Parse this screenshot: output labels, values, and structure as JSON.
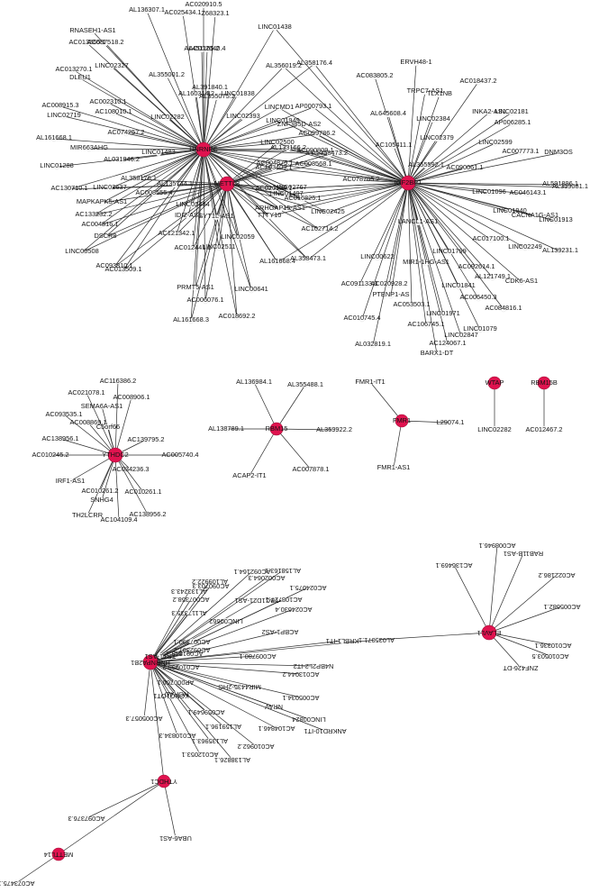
{
  "networks": [
    {
      "hubs": [
        "HNRNPC",
        "METTL3",
        "IGF2BP1"
      ],
      "nodes": [
        [
          "AL136307.1",
          0,
          [
            0
          ]
        ],
        [
          "AC025434.1",
          0,
          [
            0
          ]
        ],
        [
          "AC020910.5",
          0,
          [
            0
          ]
        ],
        [
          "Z68323.1",
          0,
          [
            0
          ]
        ],
        [
          "RNASEH1-AS1",
          0,
          [
            0
          ]
        ],
        [
          "LINC01438",
          0,
          [
            0
          ]
        ],
        [
          "AC013565.1",
          0,
          [
            0
          ]
        ],
        [
          "AC087518.2",
          0,
          [
            0
          ]
        ],
        [
          "MAPKAPK5-AS1",
          0,
          [
            0
          ]
        ],
        [
          "AL451165.2",
          0,
          [
            0
          ]
        ],
        [
          "AC012640.4",
          0,
          [
            0
          ]
        ],
        [
          "AC013270.1",
          0,
          [
            0
          ]
        ],
        [
          "LINC02327",
          0,
          [
            0
          ]
        ],
        [
          "AL355001.2",
          0,
          [
            0
          ]
        ],
        [
          "AL356019.2",
          0,
          [
            0
          ]
        ],
        [
          "AL358176.4",
          0,
          [
            0
          ]
        ],
        [
          "DLEU1",
          0,
          [
            0
          ]
        ],
        [
          "AL391840.1",
          0,
          [
            0
          ]
        ],
        [
          "AL160314.2",
          0,
          [
            0
          ]
        ],
        [
          "AC002310.1",
          0,
          [
            0
          ]
        ],
        [
          "AC008915.3",
          0,
          [
            0
          ]
        ],
        [
          "AC108010.1",
          0,
          [
            0
          ]
        ],
        [
          "LINC01838",
          0,
          [
            0
          ]
        ],
        [
          "LINC02719",
          0,
          [
            0
          ]
        ],
        [
          "LINC02282",
          0,
          [
            0
          ]
        ],
        [
          "AL355075.2",
          0,
          [
            0
          ]
        ],
        [
          "LINC02393",
          0,
          [
            0
          ]
        ],
        [
          "LINCMD1",
          0,
          [
            0
          ]
        ],
        [
          "AP000793.1",
          0,
          [
            0
          ]
        ],
        [
          "AC074257.2",
          0,
          [
            0
          ]
        ],
        [
          "LINC01949",
          0,
          [
            0
          ]
        ],
        [
          "ZNF385D-AS2",
          0,
          [
            0
          ]
        ],
        [
          "AL161668.1",
          0,
          [
            0
          ]
        ],
        [
          "LINC01483",
          0,
          [
            0
          ]
        ],
        [
          "LINC02500",
          0,
          [
            0,
            1,
            2
          ]
        ],
        [
          "AC099786.2",
          0,
          [
            0
          ]
        ],
        [
          "MIR663AHG",
          0,
          [
            0
          ]
        ],
        [
          "AL133166.2",
          0,
          [
            0
          ]
        ],
        [
          "AC090809.1",
          0,
          [
            0
          ]
        ],
        [
          "AL358473.2",
          0,
          [
            0
          ]
        ],
        [
          "LINC01288",
          0,
          [
            0
          ]
        ],
        [
          "AL031846.2",
          0,
          [
            0
          ]
        ],
        [
          "AC103409.1",
          0,
          [
            0
          ]
        ],
        [
          "AC008568.1",
          0,
          [
            0
          ]
        ],
        [
          "AC004875.1",
          0,
          [
            0
          ]
        ],
        [
          "AC130710.1",
          0,
          [
            0
          ]
        ],
        [
          "AL358176.1",
          0,
          [
            0
          ]
        ],
        [
          "AC020928.1",
          0,
          [
            0
          ]
        ],
        [
          "LINC02767",
          0,
          [
            0
          ]
        ],
        [
          "LINC02637",
          0,
          [
            0
          ]
        ],
        [
          "AL135744.1",
          0,
          [
            0
          ]
        ],
        [
          "AC133232.2",
          0,
          [
            0
          ]
        ],
        [
          "AC008555.4",
          0,
          [
            0
          ]
        ],
        [
          "AC004816.1",
          0,
          [
            0
          ]
        ],
        [
          "IDI2-AS1",
          0,
          [
            0
          ]
        ],
        [
          "SYT1L-AS1",
          0,
          [
            0
          ]
        ],
        [
          "AC016825.1",
          0,
          [
            0
          ]
        ],
        [
          "LINC02484",
          0,
          [
            0
          ]
        ],
        [
          "ARHGAP15-AS1",
          0,
          [
            0
          ]
        ],
        [
          "LINC00508",
          0,
          [
            0
          ]
        ],
        [
          "DSCR8",
          0,
          [
            0
          ]
        ],
        [
          "AC121342.1",
          0,
          [
            0
          ]
        ],
        [
          "AC012441.1",
          0,
          [
            0
          ]
        ],
        [
          "LINC02511",
          0,
          [
            0
          ]
        ],
        [
          "LINC02059",
          0,
          [
            0
          ]
        ],
        [
          "TTTY10",
          0,
          [
            0
          ]
        ],
        [
          "AC013509.1",
          0,
          [
            0
          ]
        ],
        [
          "AC093810.1",
          0,
          [
            0
          ]
        ],
        [
          "PRMT5-AS1",
          0,
          [
            0
          ]
        ],
        [
          "AC006076.1",
          0,
          [
            0
          ]
        ],
        [
          "LINC00641",
          0,
          [
            0
          ]
        ],
        [
          "AL161668.3",
          0,
          [
            0
          ]
        ],
        [
          "AC018692.2",
          0,
          [
            0
          ]
        ],
        [
          "AL161668.4",
          0,
          [
            0
          ]
        ],
        [
          "AL358473.1",
          0,
          [
            0
          ]
        ],
        [
          "AC083805.2",
          0,
          [
            0
          ]
        ],
        [
          "ERVH48-1",
          0,
          [
            0
          ]
        ],
        [
          "TRPC7-AS1",
          0,
          [
            0
          ]
        ],
        [
          "TLX1NB",
          0,
          [
            0
          ]
        ],
        [
          "AC018437.2",
          0,
          [
            0
          ]
        ],
        [
          "AL645608.4",
          0,
          [
            0
          ]
        ],
        [
          "LINC02384",
          0,
          [
            0
          ]
        ],
        [
          "INKA2-AS1",
          0,
          [
            0
          ]
        ],
        [
          "LINC02181",
          0,
          [
            0
          ]
        ],
        [
          "AP006285.1",
          0,
          [
            0
          ]
        ],
        [
          "AC105411.1",
          0,
          [
            0
          ]
        ],
        [
          "LINC02379",
          0,
          [
            0
          ]
        ],
        [
          "LINC02599",
          0,
          [
            0
          ]
        ],
        [
          "AC007773.1",
          0,
          [
            0
          ]
        ],
        [
          "DNM3OS",
          0,
          [
            0
          ]
        ],
        [
          "AL355592.1",
          0,
          [
            0
          ]
        ],
        [
          "AC090061.1",
          0,
          [
            0
          ]
        ],
        [
          "AC078785.2",
          0,
          [
            0
          ]
        ],
        [
          "LINC01096",
          0,
          [
            0
          ]
        ],
        [
          "AL591896.1",
          0,
          [
            0
          ]
        ],
        [
          "AL359081.1",
          0,
          [
            0
          ]
        ],
        [
          "AC046143.1",
          0,
          [
            0
          ]
        ],
        [
          "LINC01940",
          0,
          [
            0
          ]
        ],
        [
          "CACNA1G-AS1",
          0,
          [
            0
          ]
        ],
        [
          "LINC01913",
          0,
          [
            0
          ]
        ],
        [
          "LINC02425",
          0,
          [
            0
          ]
        ],
        [
          "AC102714.2",
          0,
          [
            0
          ]
        ],
        [
          "LANCL1-AS1",
          0,
          [
            0
          ]
        ],
        [
          "AC017100.1",
          0,
          [
            0
          ]
        ],
        [
          "LINC02249",
          0,
          [
            0
          ]
        ],
        [
          "AL139231.1",
          0,
          [
            0
          ]
        ],
        [
          "LINC00622",
          0,
          [
            0
          ]
        ],
        [
          "MIR1-1HG-AS1",
          0,
          [
            0
          ]
        ],
        [
          "LINC01799",
          0,
          [
            0
          ]
        ],
        [
          "AC092614.1",
          0,
          [
            0
          ]
        ],
        [
          "AL121749.1",
          0,
          [
            0
          ]
        ],
        [
          "CDK6-AS1",
          0,
          [
            0
          ]
        ],
        [
          "AC091133.3",
          0,
          [
            0
          ]
        ],
        [
          "AC020928.2",
          0,
          [
            0
          ]
        ],
        [
          "PTENP1-AS",
          0,
          [
            0
          ]
        ],
        [
          "AC053503.1",
          0,
          [
            0
          ]
        ],
        [
          "LINC01841",
          0,
          [
            0
          ]
        ],
        [
          "AC006450.3",
          0,
          [
            0
          ]
        ],
        [
          "AC084816.1",
          0,
          [
            0
          ]
        ],
        [
          "AC010745.4",
          0,
          [
            0
          ]
        ],
        [
          "AC106745.1",
          0,
          [
            0
          ]
        ],
        [
          "LINC01971",
          0,
          [
            0
          ]
        ],
        [
          "LINC01079",
          0,
          [
            0
          ]
        ],
        [
          "LINC02847",
          0,
          [
            0
          ]
        ],
        [
          "AL032819.1",
          0,
          [
            0
          ]
        ],
        [
          "AC124067.1",
          0,
          [
            0
          ]
        ],
        [
          "BARX1-DT",
          0,
          [
            0
          ]
        ],
        [
          "LINC01497",
          0,
          [
            0
          ]
        ]
      ]
    }
  ],
  "labels": {
    "hubs": [
      "HNRNPC",
      "METTL3",
      "IGF2BP1",
      "YTHDC2",
      "RBM15",
      "FMR1",
      "WTAP",
      "RBM15B",
      "HNRNPA2B1",
      "ELAVL1",
      "YTHDC1",
      "METTL14"
    ],
    "network1": {
      "nodes": [
        "AL136307.1",
        "AC025434.1",
        "AC020910.5",
        "Z68323.1",
        "RNASEH1-AS1",
        "LINC01438",
        "AC013565.1",
        "AC087518.2",
        "MAPKAPK5-AS1",
        "AL451165.2",
        "AC012640.4",
        "AC013270.1",
        "LINC02327",
        "AL355001.2",
        "AL356019.2",
        "AL358176.4",
        "DLEU1",
        "AL391840.1",
        "AL160314.2",
        "AC002310.1",
        "AC008915.3",
        "AC108010.1",
        "LINC01838",
        "LINC02719",
        "LINC02282",
        "AL355075.2",
        "LINC02393",
        "LINCMD1",
        "AP000793.1",
        "AC074257.2",
        "LINC01949",
        "ZNF385D-AS2",
        "AL161668.1",
        "LINC01483",
        "LINC02500",
        "AC099786.2",
        "MIR663AHG",
        "AL133166.2",
        "AC090809.1",
        "AL358473.2",
        "LINC01288",
        "AL031846.2",
        "AC103409.1",
        "AC008568.1",
        "AC004875.1",
        "AC130710.1",
        "AL358176.1",
        "AC020928.1",
        "LINC02767",
        "LINC02637",
        "AL135744.1",
        "AC133232.2",
        "AC008555.4",
        "AC004816.1",
        "IDI2-AS1",
        "SYT1L-AS1",
        "AC016825.1",
        "LINC02484",
        "ARHGAP15-AS1",
        "LINC00508",
        "DSCR8",
        "AC121342.1",
        "AC012441.1",
        "LINC02511",
        "LINC02059",
        "TTTY10",
        "AC013509.1",
        "AC093810.1",
        "PRMT5-AS1",
        "AC006076.1",
        "LINC00641",
        "AL161668.3",
        "AC018692.2",
        "AL161668.4",
        "AL358473.1",
        "AC083805.2",
        "ERVH48-1",
        "TRPC7-AS1",
        "TLX1NB",
        "AC018437.2",
        "AL645608.4",
        "LINC02384",
        "INKA2-AS1",
        "LINC02181",
        "AP006285.1",
        "AC105411.1",
        "LINC02379",
        "LINC02599",
        "AC007773.1",
        "DNM3OS",
        "AL355592.1",
        "AC090061.1",
        "AC078785.2",
        "LINC01096",
        "AL591896.1",
        "AL359081.1",
        "AC046143.1",
        "LINC01940",
        "CACNA1G-AS1",
        "LINC01913",
        "LINC02425",
        "AC102714.2",
        "LANCL1-AS1",
        "AC017100.1",
        "LINC02249",
        "AL139231.1",
        "LINC00622",
        "MIR1-1HG-AS1",
        "LINC01799",
        "AC092614.1",
        "AL121749.1",
        "CDK6-AS1",
        "AC091133.3",
        "AC020928.2",
        "PTENP1-AS",
        "AC053503.1",
        "LINC01841",
        "AC006450.3",
        "AC084816.1",
        "AC010745.4",
        "AC106745.1",
        "LINC01971",
        "LINC01079",
        "LINC02847",
        "AL032819.1",
        "AC124067.1",
        "BARX1-DT",
        "LINC01497"
      ]
    },
    "network2": {
      "hub": "YTHDC2",
      "nodes": [
        "AC116386.2",
        "AC021078.1",
        "AC008906.1",
        "SEMA6A-AS1",
        "AC093535.1",
        "AC008869.1",
        "C5orf66",
        "AC139795.2",
        "AC138956.1",
        "AC010245.2",
        "AC005740.4",
        "AC034236.3",
        "IRF1-AS1",
        "AC010261.2",
        "AC010261.1",
        "SNHG4",
        "TH2LCRR",
        "AC104109.4",
        "AC138956.2"
      ]
    },
    "network3": {
      "hub": "RBM15",
      "nodes": [
        "AL136984.1",
        "AL355488.1",
        "AL138789.1",
        "AL359922.2",
        "ACAP2-IT1",
        "AC007878.1"
      ]
    },
    "network4": {
      "hub": "FMR1",
      "nodes": [
        "FMR1-IT1",
        "L29074.1",
        "FMR1-AS1"
      ]
    },
    "network5": {
      "hub": "WTAP",
      "nodes": [
        "LINC02282"
      ]
    },
    "network6": {
      "hub": "RBM15B",
      "nodes": [
        "AC012467.2"
      ]
    },
    "network7": {
      "hubs": [
        "HNRNPA2B1",
        "ELAVL1",
        "YTHDC1",
        "METTL14"
      ],
      "hnrnpa2b1_nodes": [
        "AC092164.1",
        "AL158163.1",
        "AC024075.1",
        "AC002064.3",
        "AL109922.2",
        "AC090703.3",
        "AC108727.1",
        "AL133243.3",
        "AC007358.2",
        "TBC1D21-AS1",
        "AC024630.4",
        "AL117335.3",
        "LINC00662",
        "ACBP1-AS2",
        "AC092397.2",
        "AC007390.1",
        "KRBL1-IT1",
        "AC091849.3",
        "AC009780.1",
        "TPT1-AS1",
        "N4BP2L2-IT2",
        "AC010998.2",
        "AC013044.2",
        "AP000766.1",
        "NORAD",
        "KCNQ1OT1",
        "MIR4435-2HG",
        "AC005034.1",
        "AC005057.3",
        "AC059649.1",
        "AL159196.1",
        "NRAV",
        "LINC00824",
        "ANKRD10-IT1",
        "AC104846.1",
        "AC010834.3",
        "AL135963.1",
        "AC010962.2",
        "AL138826.1",
        "AC012053.1"
      ],
      "hnrnpa2b1_elavl1_bridge": "AL035071.1",
      "elavl1_nodes": [
        "AC008946.1",
        "RAB11B-AS1",
        "AC136469.1",
        "AC022186.2",
        "AC005682.1",
        "AC010336.1",
        "AC010503.5",
        "ZNF426-DT"
      ],
      "ythdc1_nodes": [
        "UBA6-AS1",
        "AC097376.3"
      ],
      "mettl14_nodes": [
        "AC073475.1"
      ]
    }
  }
}
